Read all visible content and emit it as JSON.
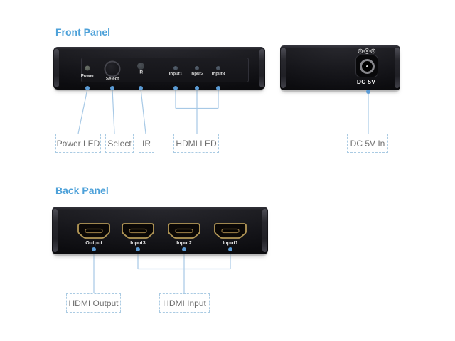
{
  "front": {
    "title": "Front Panel",
    "device_labels": {
      "power": "Power",
      "select": "Select",
      "ir": "IR",
      "input1": "Input1",
      "input2": "Input2",
      "input3": "Input3"
    },
    "side_device": {
      "dc_label": "DC 5V"
    },
    "callouts": {
      "power": "Power LED",
      "select": "Select",
      "ir": "IR",
      "hdmi_led": "HDMI LED",
      "dc": "DC 5V In"
    }
  },
  "back": {
    "title": "Back Panel",
    "ports": [
      {
        "label": "Output"
      },
      {
        "label": "Input3"
      },
      {
        "label": "Input2"
      },
      {
        "label": "Input1"
      }
    ],
    "callouts": {
      "output": "HDMI Output",
      "input": "HDMI Input"
    }
  },
  "colors": {
    "accent_blue": "#4da1d9",
    "leader_line": "#a7c9e6",
    "dot_blue": "#5b9bd5",
    "callout_border": "#aacbe3",
    "callout_text": "#6e6e6e",
    "hdmi_gold": "#b49857",
    "device_black": "#101014"
  }
}
